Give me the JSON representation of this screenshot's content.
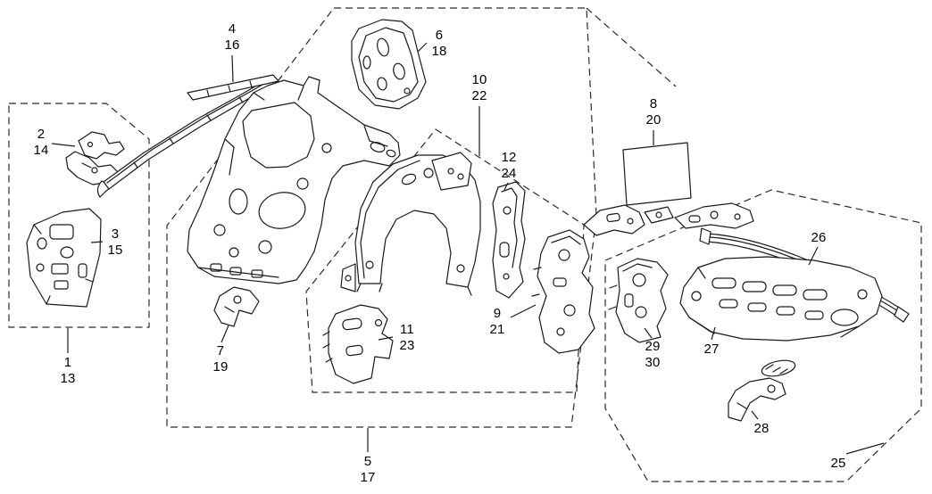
{
  "diagram": {
    "colors": {
      "line": "#1a1a1a",
      "background": "#ffffff",
      "outline": "#2b2b2b"
    },
    "labels": [
      {
        "name": "ref-2-14",
        "lines": [
          "2",
          "14"
        ]
      },
      {
        "name": "ref-4-16",
        "lines": [
          "4",
          "16"
        ]
      },
      {
        "name": "ref-6-18",
        "lines": [
          "6",
          "18"
        ]
      },
      {
        "name": "ref-10-22",
        "lines": [
          "10",
          "22"
        ]
      },
      {
        "name": "ref-8-20",
        "lines": [
          "8",
          "20"
        ]
      },
      {
        "name": "ref-12-24",
        "lines": [
          "12",
          "24"
        ]
      },
      {
        "name": "ref-3-15",
        "lines": [
          "3",
          "15"
        ]
      },
      {
        "name": "ref-26",
        "lines": [
          "26"
        ]
      },
      {
        "name": "ref-9-21",
        "lines": [
          "9",
          "21"
        ]
      },
      {
        "name": "ref-11-23",
        "lines": [
          "11",
          "23"
        ]
      },
      {
        "name": "ref-7-19",
        "lines": [
          "7",
          "19"
        ]
      },
      {
        "name": "ref-29-30",
        "lines": [
          "29",
          "30"
        ]
      },
      {
        "name": "ref-27",
        "lines": [
          "27"
        ]
      },
      {
        "name": "ref-1-13",
        "lines": [
          "1",
          "13"
        ]
      },
      {
        "name": "ref-28",
        "lines": [
          "28"
        ]
      },
      {
        "name": "ref-5-17",
        "lines": [
          "5",
          "17"
        ]
      },
      {
        "name": "ref-25",
        "lines": [
          "25"
        ]
      }
    ]
  }
}
